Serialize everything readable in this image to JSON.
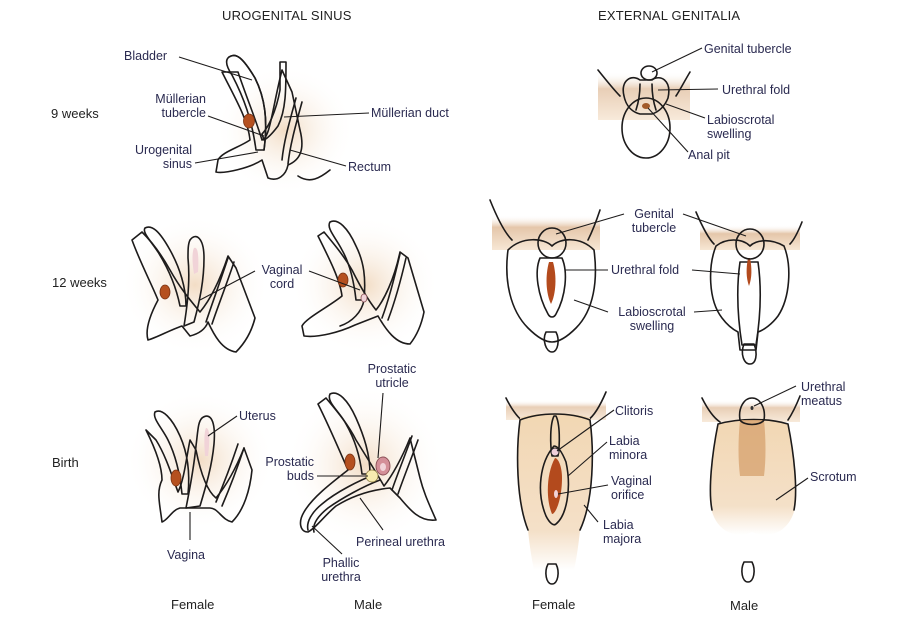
{
  "headers": {
    "urogenital_sinus": "UROGENITAL SINUS",
    "external_genitalia": "EXTERNAL GENITALIA"
  },
  "rows": {
    "nine_weeks": "9 weeks",
    "twelve_weeks": "12 weeks",
    "birth": "Birth"
  },
  "footers": {
    "sinus_female": "Female",
    "sinus_male": "Male",
    "external_female": "Female",
    "external_male": "Male"
  },
  "labels": {
    "bladder": "Bladder",
    "mullerian_tubercle": [
      "Müllerian",
      "tubercle"
    ],
    "urogenital_sinus": [
      "Urogenital",
      "sinus"
    ],
    "mullerian_duct": "Müllerian duct",
    "rectum": "Rectum",
    "vaginal_cord": [
      "Vaginal",
      "cord"
    ],
    "uterus": "Uterus",
    "vagina": "Vagina",
    "prostatic_utricle": [
      "Prostatic",
      "utricle"
    ],
    "prostatic_buds": [
      "Prostatic",
      "buds"
    ],
    "perineal_urethra": "Perineal urethra",
    "phallic_urethra": [
      "Phallic",
      "urethra"
    ],
    "genital_tubercle_9w": "Genital tubercle",
    "urethral_fold_9w": "Urethral fold",
    "labioscrotal_swelling_9w": [
      "Labioscrotal",
      "swelling"
    ],
    "anal_pit": "Anal pit",
    "genital_tubercle_12w": [
      "Genital",
      "tubercle"
    ],
    "urethral_fold_12w": "Urethral fold",
    "labioscrotal_swelling_12w": [
      "Labioscrotal",
      "swelling"
    ],
    "clitoris": "Clitoris",
    "labia_minora": [
      "Labia",
      "minora"
    ],
    "vaginal_orifice": [
      "Vaginal",
      "orifice"
    ],
    "labia_majora": [
      "Labia",
      "majora"
    ],
    "urethral_meatus": [
      "Urethral",
      "meatus"
    ],
    "scrotum": "Scrotum"
  },
  "colors": {
    "skin": "#f2d7b3",
    "skin_dark": "#d9a877",
    "bladder": "#d8b39c",
    "mucosa": "#d48f98",
    "mucosa_light": "#f1d3d8",
    "gonad": "#b5501f",
    "tubercle": "#efd0da",
    "inner_fold": "#c98a52",
    "orifice": "#b34a1d"
  }
}
